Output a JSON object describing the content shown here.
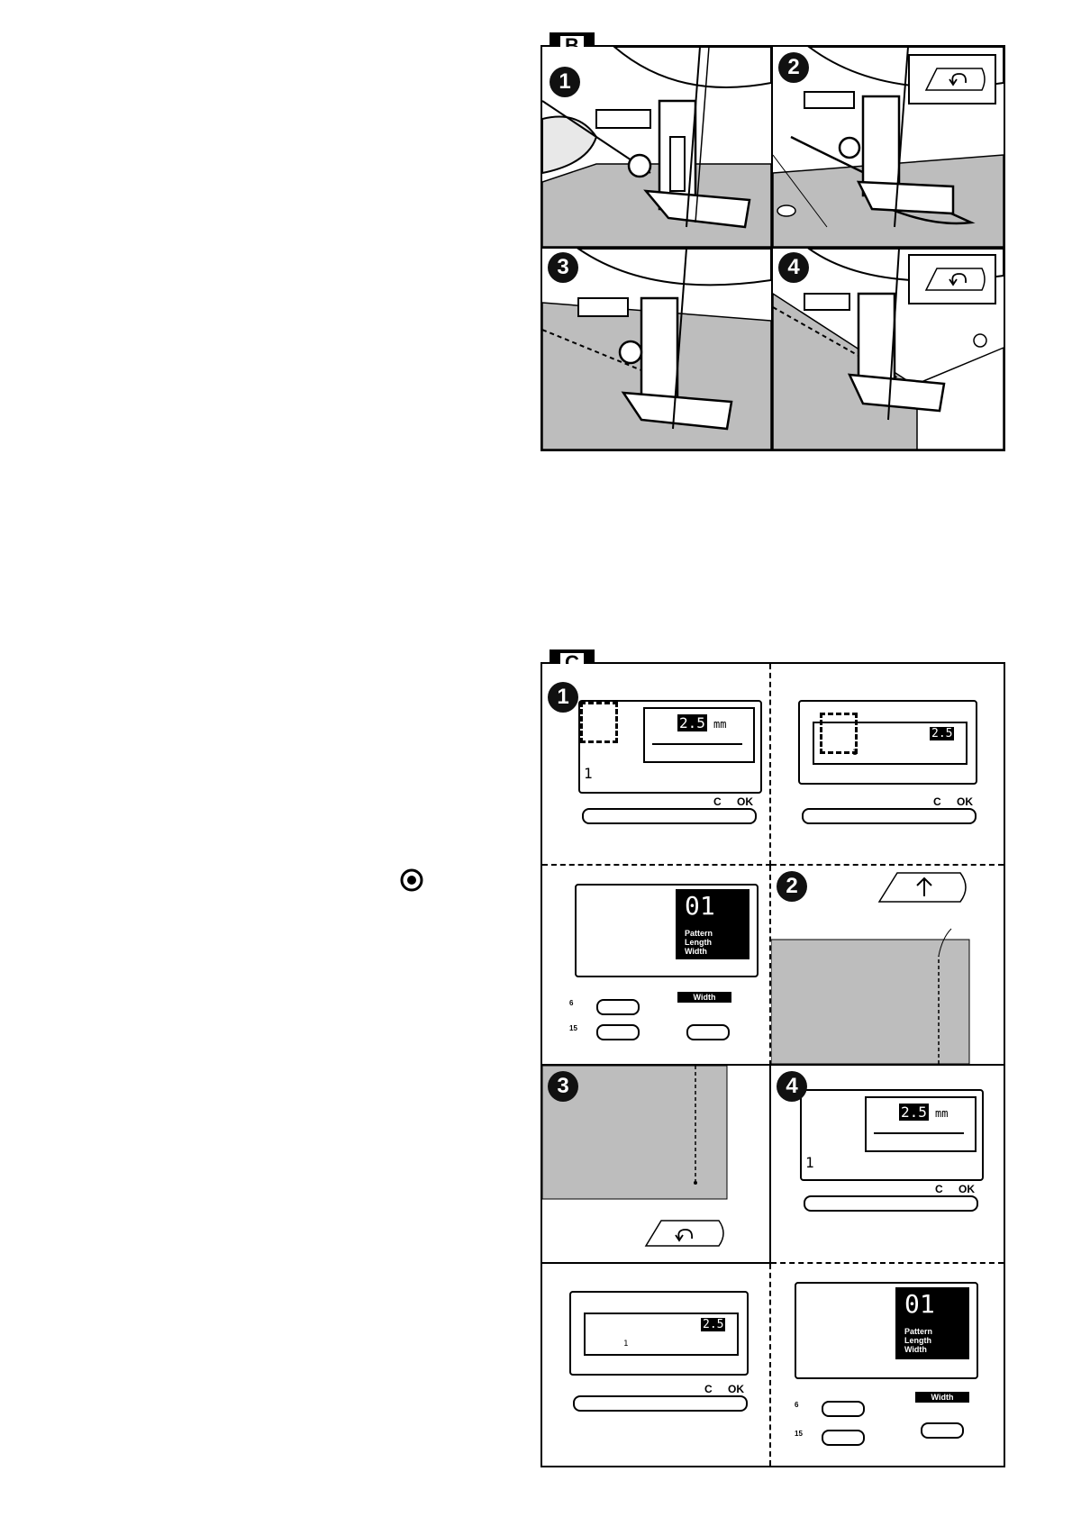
{
  "figures": {
    "B": {
      "label": "B",
      "panels": [
        {
          "step": "1",
          "callout": false
        },
        {
          "step": "2",
          "callout": true
        },
        {
          "step": "3",
          "callout": false
        },
        {
          "step": "4",
          "callout": true
        }
      ]
    },
    "C": {
      "label": "C",
      "steps": [
        "1",
        "2",
        "3",
        "4"
      ],
      "lcd": {
        "value": "2.5",
        "unit": "mm",
        "pattern_no": "1",
        "small_value": "2.5",
        "small_index": "1"
      },
      "buttons": {
        "clear": "C",
        "ok": "OK",
        "width": "Width"
      },
      "menu_panel": {
        "number": "01",
        "items": [
          "Pattern",
          "Length",
          "Width"
        ]
      },
      "side_labels": {
        "zigzag": "6",
        "straight": "15"
      }
    }
  },
  "icons": {
    "inline": "needle-position-icon",
    "reverse": "reverse-stitch-icon",
    "up": "needle-up-icon"
  }
}
